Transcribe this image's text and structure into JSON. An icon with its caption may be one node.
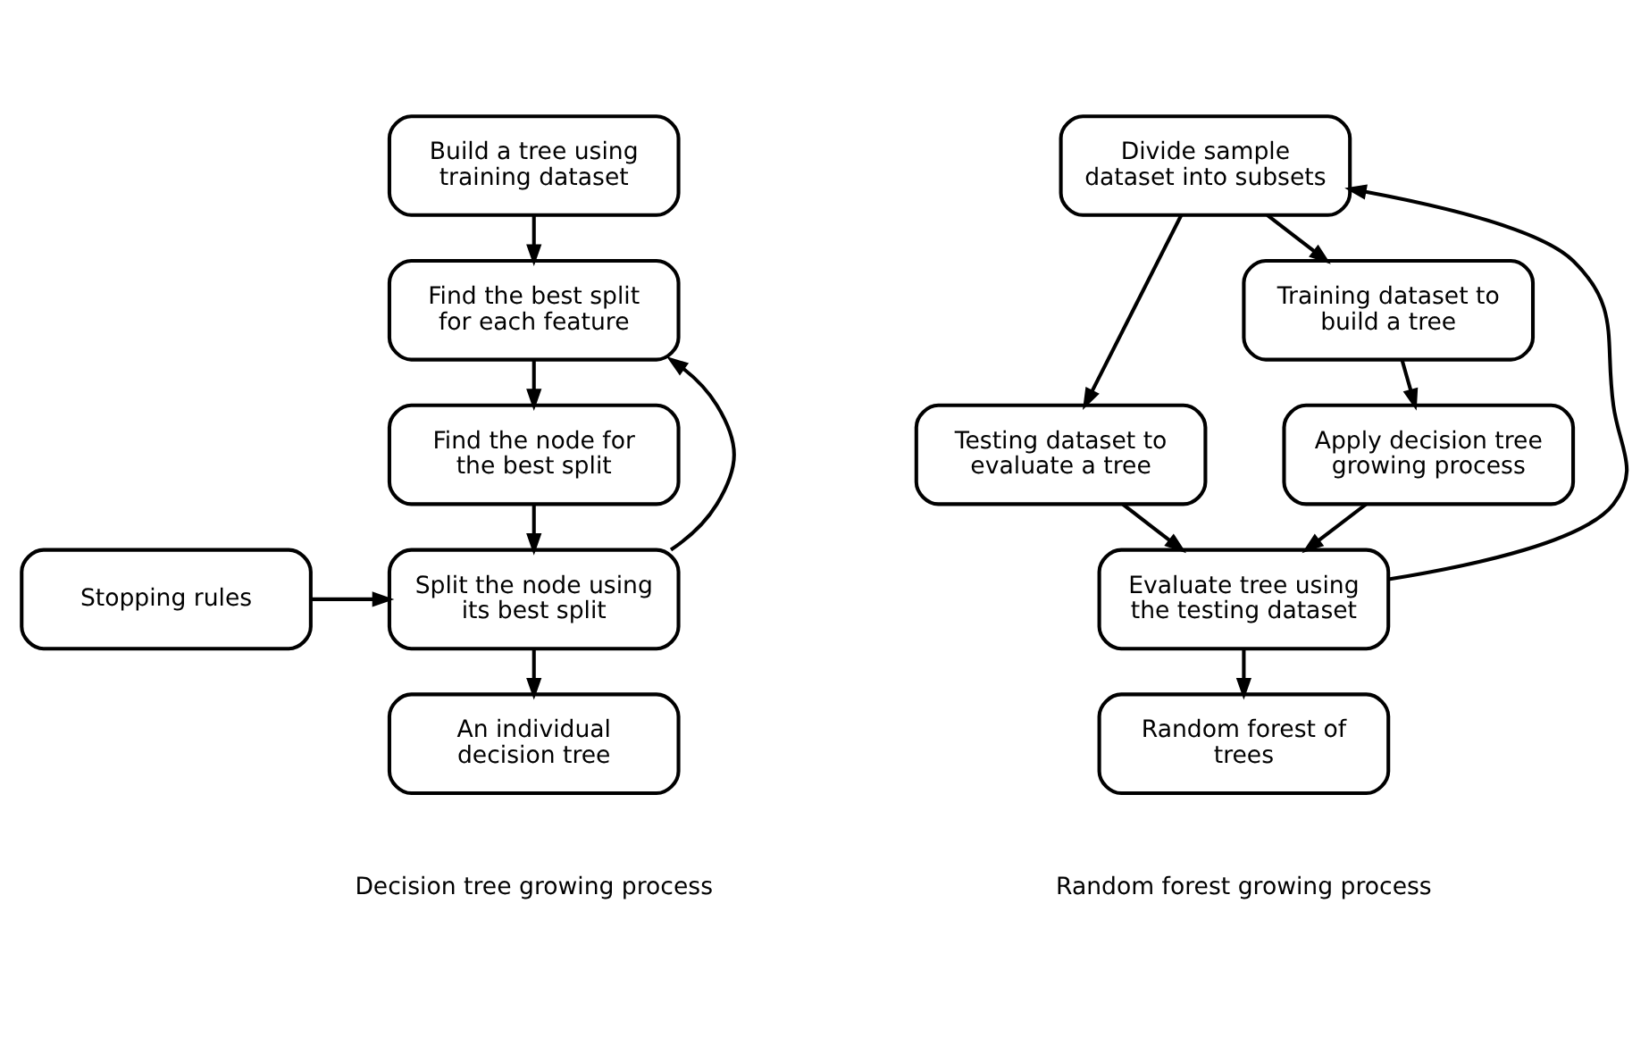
{
  "diagram": {
    "nodes": [
      {
        "text": [
          "Build a tree using training dataset"
        ]
      },
      {
        "text": [
          "Find the best split for each feature"
        ]
      },
      {
        "text": [
          "Find the node for the best split"
        ]
      },
      {
        "text": [
          "Split the node using its best split"
        ]
      },
      {
        "text": [
          "Stopping rules"
        ]
      },
      {
        "text": [
          "An individual decision tree"
        ]
      },
      {
        "text": [
          "Divide sample dataset into subsets"
        ]
      },
      {
        "text": [
          "Testing dataset to evaluate a tree"
        ]
      },
      {
        "text": [
          "Training dataset to build a tree"
        ]
      },
      {
        "text": [
          "Apply decision tree growing process"
        ]
      },
      {
        "text": [
          "Evaluate tree using the testing dataset"
        ]
      },
      {
        "text": [
          "Random forest of trees"
        ]
      }
    ],
    "edges": [
      {
        "from": 0,
        "to": 1,
        "arrow": "to"
      },
      {
        "from": 1,
        "to": 2,
        "arrow": "to"
      },
      {
        "from": 2,
        "to": 3,
        "arrow": "to"
      },
      {
        "from": 3,
        "to": 1,
        "arrow": "to"
      },
      {
        "from": 4,
        "to": 3,
        "arrow": "to"
      },
      {
        "from": 3,
        "to": 5,
        "arrow": "to"
      },
      {
        "from": 6,
        "to": 7,
        "arrow": "to"
      },
      {
        "from": 6,
        "to": 8,
        "arrow": "to"
      },
      {
        "from": 8,
        "to": 9,
        "arrow": "to"
      },
      {
        "from": 9,
        "to": 10,
        "arrow": "to"
      },
      {
        "from": 7,
        "to": 10,
        "arrow": "to"
      },
      {
        "from": 10,
        "to": 6,
        "arrow": "to"
      },
      {
        "from": 10,
        "to": 11,
        "arrow": "to"
      }
    ],
    "labels": [
      "Decision tree growing process",
      "Random forest growing process"
    ]
  }
}
